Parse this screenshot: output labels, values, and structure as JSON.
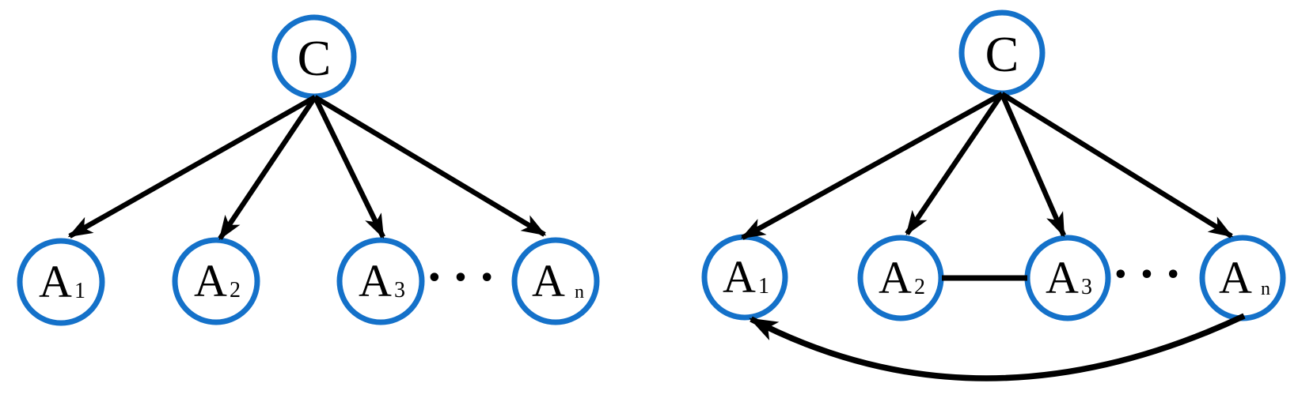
{
  "colors": {
    "node_stroke": "#1471C9",
    "edge": "#000000",
    "label": "#000000"
  },
  "left_diagram": {
    "description": "star structure: class node C points to all attribute nodes",
    "root_label": "C",
    "nodes": [
      {
        "main": "A",
        "sub": "1"
      },
      {
        "main": "A",
        "sub": "2"
      },
      {
        "main": "A",
        "sub": "3"
      },
      {
        "main": "A",
        "sub": "n"
      }
    ],
    "ellipsis": "•••",
    "edges": [
      {
        "from": "C",
        "to": "A1",
        "style": "directed"
      },
      {
        "from": "C",
        "to": "A2",
        "style": "directed"
      },
      {
        "from": "C",
        "to": "A3",
        "style": "directed"
      },
      {
        "from": "C",
        "to": "An",
        "style": "directed"
      }
    ]
  },
  "right_diagram": {
    "description": "augmented structure: C points to all attributes, A2 linked to A3, An points to A1",
    "root_label": "C",
    "nodes": [
      {
        "main": "A",
        "sub": "1"
      },
      {
        "main": "A",
        "sub": "2"
      },
      {
        "main": "A",
        "sub": "3"
      },
      {
        "main": "A",
        "sub": "n"
      }
    ],
    "ellipsis": "•••",
    "edges": [
      {
        "from": "C",
        "to": "A1",
        "style": "directed"
      },
      {
        "from": "C",
        "to": "A2",
        "style": "directed"
      },
      {
        "from": "C",
        "to": "A3",
        "style": "directed"
      },
      {
        "from": "C",
        "to": "An",
        "style": "directed"
      },
      {
        "from": "A2",
        "to": "A3",
        "style": "undirected"
      },
      {
        "from": "An",
        "to": "A1",
        "style": "directed-curved"
      }
    ]
  }
}
